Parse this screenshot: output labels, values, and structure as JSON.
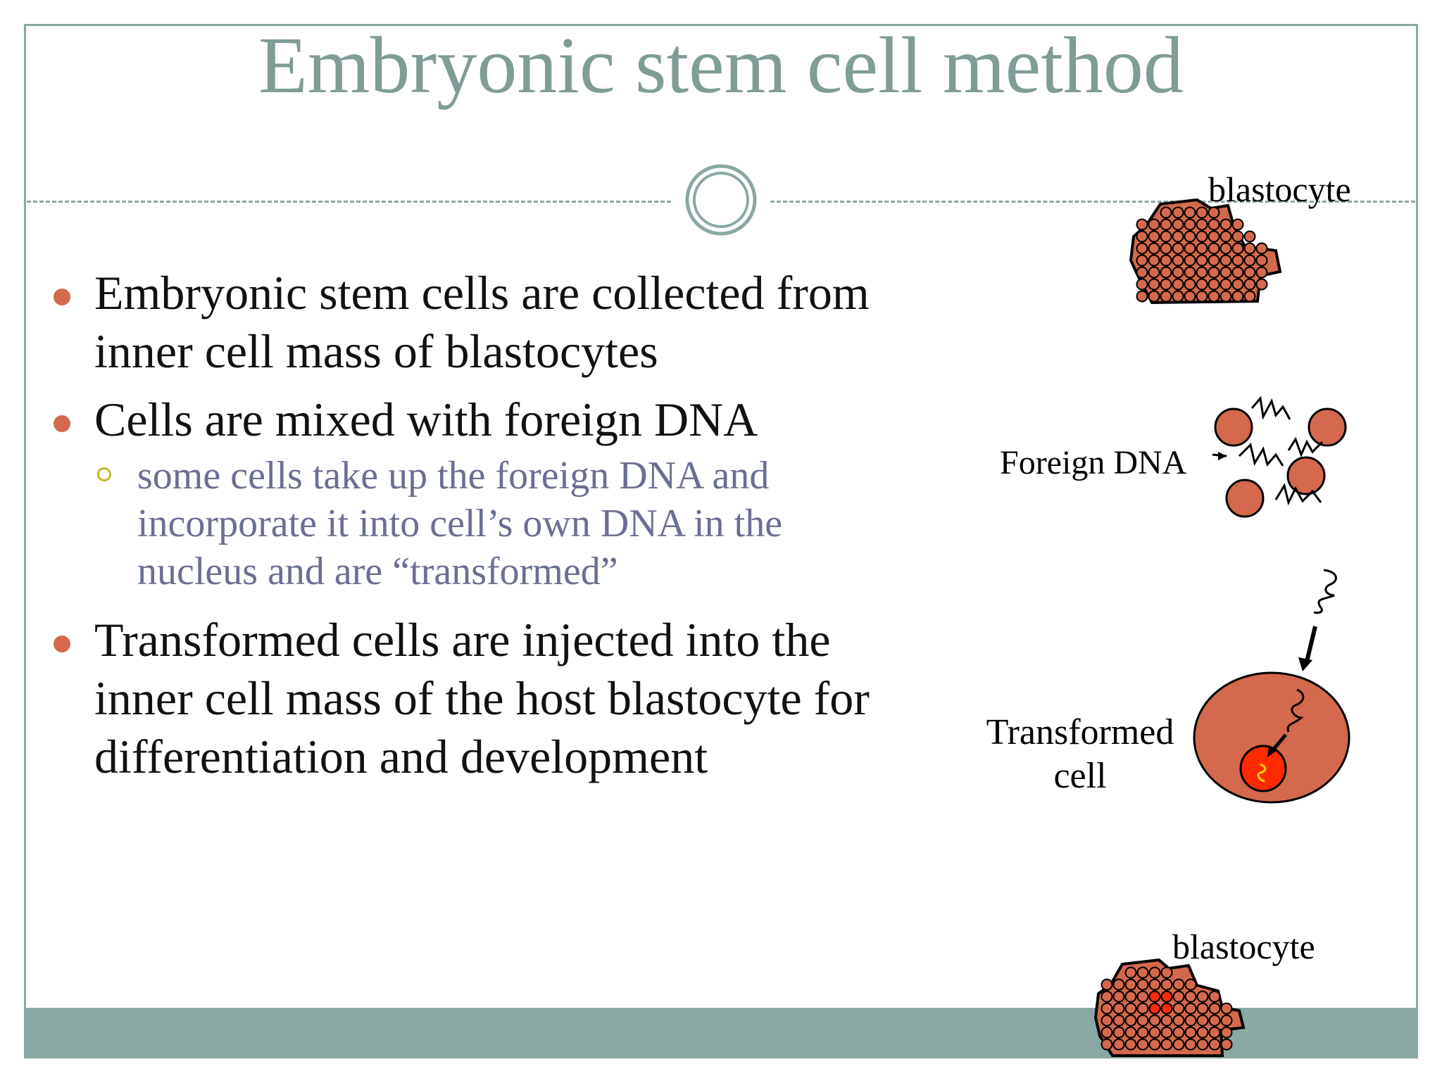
{
  "slide": {
    "title": "Embryonic stem cell method",
    "bullets": [
      {
        "text": "Embryonic stem cells are collected from inner cell mass of blastocytes"
      },
      {
        "text": "Cells are mixed with foreign DNA",
        "sub": "some cells take up the foreign DNA and incorporate it into cell’s own DNA in the nucleus and are “transformed”"
      },
      {
        "text": "Transformed cells are injected into the inner cell mass of the host blastocyte for differentiation and development"
      }
    ]
  },
  "diagram": {
    "label_blastocyte_top": "blastocyte",
    "label_foreign_dna": "Foreign DNA",
    "label_transformed_line1": "Transformed",
    "label_transformed_line2": "cell",
    "label_blastocyte_bottom": "blastocyte"
  },
  "colors": {
    "title": "#7f9c97",
    "frame": "#8aa8a4",
    "bullet_dot": "#d4694d",
    "sub_text": "#6a6f92",
    "sub_ring": "#c7b52a",
    "cell_fill": "#d4694d",
    "nucleus_fill": "#ff2a00",
    "dna_insert": "#ffd400"
  }
}
